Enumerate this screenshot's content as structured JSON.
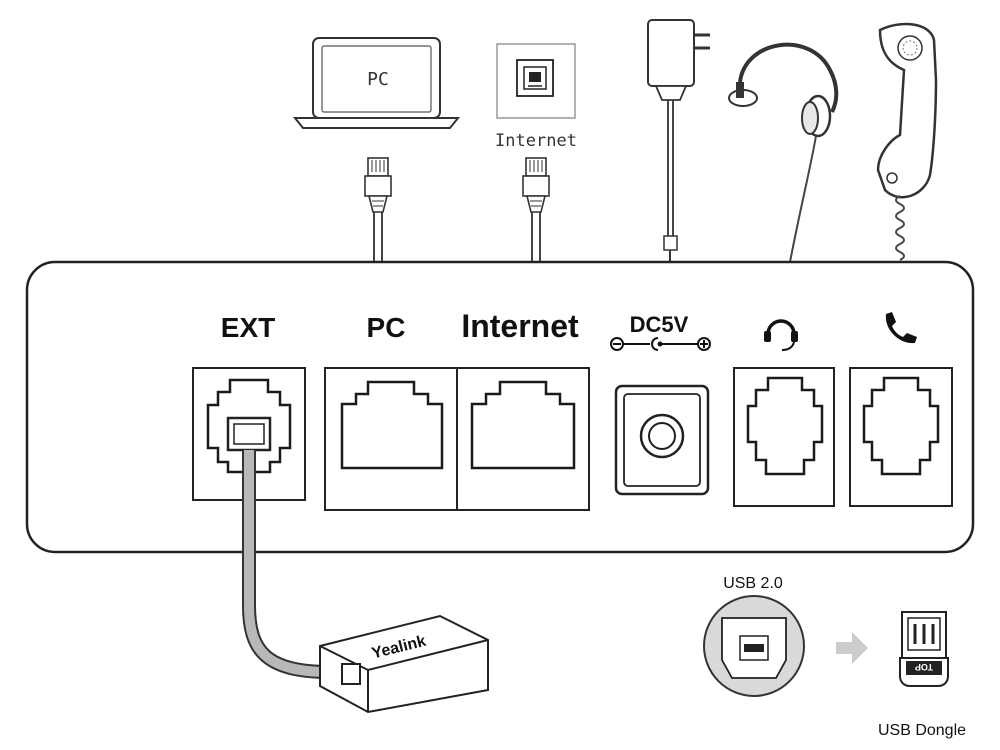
{
  "devices": {
    "pc_label": "PC",
    "internet_label": "Internet"
  },
  "ports": {
    "ext": "EXT",
    "pc": "PC",
    "internet": "Internet",
    "dc": "DC5V"
  },
  "usb": {
    "port_label": "USB 2.0",
    "dongle_label": "USB Dongle",
    "dongle_text": "TOP"
  },
  "module": {
    "brand": "Yealink"
  },
  "icons": [
    "headset-icon",
    "handset-icon",
    "laptop-icon",
    "ethernet-jack-icon",
    "power-adapter-icon",
    "headset-device-icon",
    "handset-device-icon",
    "arrow-right-icon"
  ]
}
